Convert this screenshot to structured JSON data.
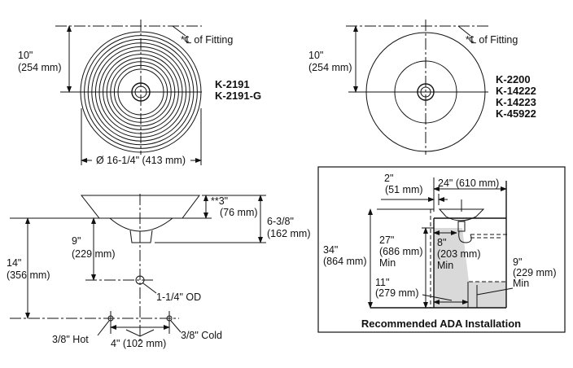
{
  "plan_view_1": {
    "height_label": "10\"",
    "height_mm": "(254 mm)",
    "fitting_label": "*℄ of Fitting",
    "models": [
      "K-2191",
      "K-2191-G"
    ],
    "diameter_label": "Ø 16-1/4\" (413 mm)"
  },
  "plan_view_2": {
    "height_label": "10\"",
    "height_mm": "(254 mm)",
    "fitting_label": "*℄ of Fitting",
    "models": [
      "K-2200",
      "K-14222",
      "K-14223",
      "K-45922"
    ]
  },
  "side_view": {
    "rim_label": "**3\"",
    "rim_mm": "(76 mm)",
    "total_label": "6-3/8\"",
    "total_mm": "(162 mm)",
    "drain_label": "9\"",
    "drain_mm": "(229 mm)",
    "supply_label": "14\"",
    "supply_mm": "(356 mm)",
    "od_label": "1-1/4\" OD",
    "hot_label": "3/8\" Hot",
    "cold_label": "3/8\" Cold",
    "spacing_label": "4\" (102 mm)"
  },
  "ada": {
    "title": "Recommended ADA Installation",
    "offset_label": "2\"",
    "offset_mm": "(51 mm)",
    "depth_label": "24\" (610 mm)",
    "height_label": "34\"",
    "height_mm": "(864 mm)",
    "knee_label": "27\"",
    "knee_mm": "(686 mm)",
    "knee_min": "Min",
    "knee_depth_label": "8\"",
    "knee_depth_mm": "(203 mm)",
    "knee_depth_min": "Min",
    "toe_label": "9\"",
    "toe_mm": "(229 mm)",
    "toe_min": "Min",
    "toe_depth_label": "11\"",
    "toe_depth_mm": "(279 mm)"
  }
}
